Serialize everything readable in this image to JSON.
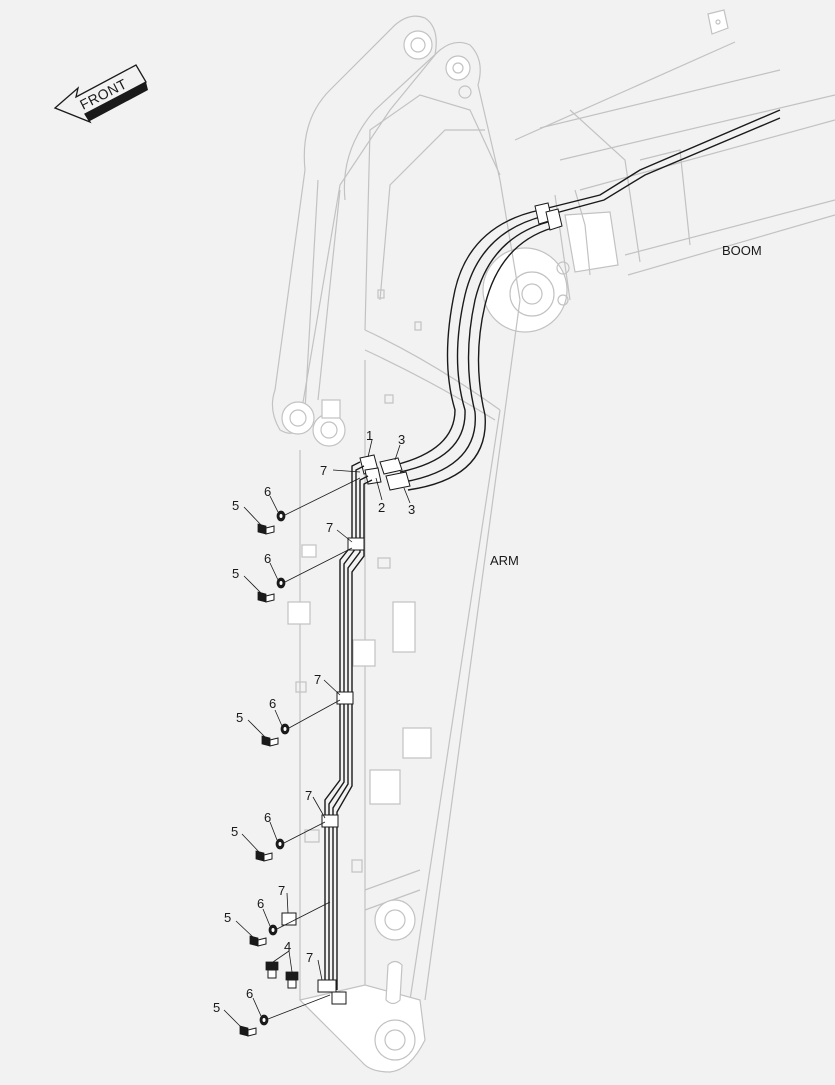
{
  "orientation": {
    "front_label": "FRONT"
  },
  "assembly_labels": {
    "boom": "BOOM",
    "arm": "ARM"
  },
  "callouts": [
    {
      "ref": "1",
      "text": "1"
    },
    {
      "ref": "2",
      "text": "2"
    },
    {
      "ref": "3",
      "text": "3"
    },
    {
      "ref": "3",
      "text": "3"
    },
    {
      "ref": "4",
      "text": "4"
    },
    {
      "ref": "5",
      "text": "5"
    },
    {
      "ref": "5",
      "text": "5"
    },
    {
      "ref": "5",
      "text": "5"
    },
    {
      "ref": "5",
      "text": "5"
    },
    {
      "ref": "5",
      "text": "5"
    },
    {
      "ref": "5",
      "text": "5"
    },
    {
      "ref": "6",
      "text": "6"
    },
    {
      "ref": "6",
      "text": "6"
    },
    {
      "ref": "6",
      "text": "6"
    },
    {
      "ref": "6",
      "text": "6"
    },
    {
      "ref": "6",
      "text": "6"
    },
    {
      "ref": "6",
      "text": "6"
    },
    {
      "ref": "7",
      "text": "7"
    },
    {
      "ref": "7",
      "text": "7"
    },
    {
      "ref": "7",
      "text": "7"
    },
    {
      "ref": "7",
      "text": "7"
    },
    {
      "ref": "7",
      "text": "7"
    },
    {
      "ref": "7",
      "text": "7"
    }
  ],
  "colors": {
    "background": "#f2f2f2",
    "ink": "#1a1a1a",
    "ghost_line": "#c2c2c2"
  }
}
